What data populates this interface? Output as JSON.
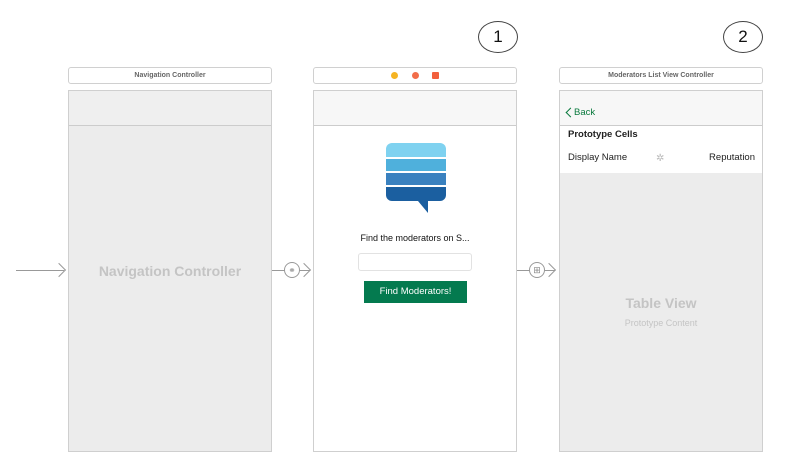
{
  "markers": [
    "1",
    "2"
  ],
  "nav_controller": {
    "title": "Navigation Controller",
    "label": "Navigation Controller"
  },
  "search_vc": {
    "prompt": "Find the moderators on S...",
    "input_value": "",
    "button_label": "Find Moderators!",
    "button_color": "#047a4f"
  },
  "list_vc": {
    "title": "Moderators List View Controller",
    "back_label": "Back",
    "section_header": "Prototype Cells",
    "cell_left": "Display Name",
    "cell_right": "Reputation",
    "table_label": "Table View",
    "table_sublabel": "Prototype Content",
    "accent": "#0a7a3e"
  }
}
